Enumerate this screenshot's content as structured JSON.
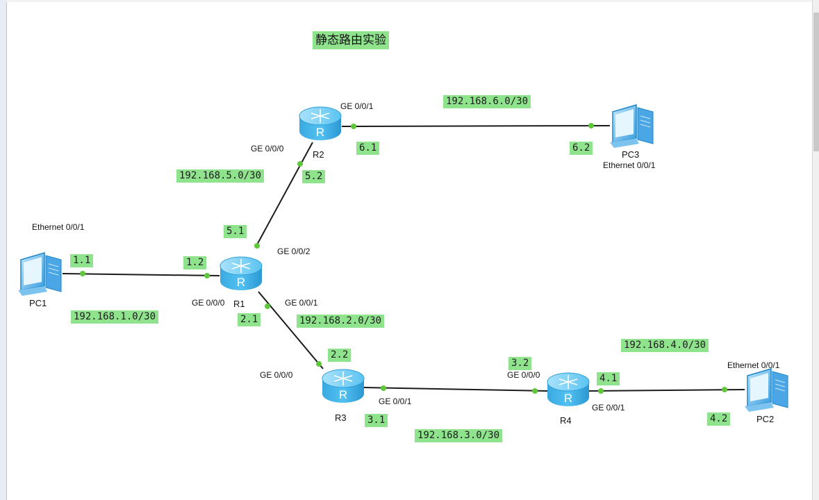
{
  "title": "静态路由实验",
  "devices": {
    "pc1": "PC1",
    "pc2": "PC2",
    "pc3": "PC3",
    "r1": "R1",
    "r2": "R2",
    "r3": "R3",
    "r4": "R4",
    "router_glyph": "R"
  },
  "ports": {
    "pc1_eth": "Ethernet 0/0/1",
    "pc2_eth": "Ethernet 0/0/1",
    "pc3_eth": "Ethernet 0/0/1",
    "r1_ge000": "GE 0/0/0",
    "r1_ge001": "GE 0/0/1",
    "r1_ge002": "GE 0/0/2",
    "r2_ge000": "GE 0/0/0",
    "r2_ge001": "GE 0/0/1",
    "r3_ge000": "GE 0/0/0",
    "r3_ge001": "GE 0/0/1",
    "r4_ge000": "GE 0/0/0",
    "r4_ge001": "GE 0/0/1"
  },
  "subnets": {
    "net1": "192.168.1.0/30",
    "net2": "192.168.2.0/30",
    "net3": "192.168.3.0/30",
    "net4": "192.168.4.0/30",
    "net5": "192.168.5.0/30",
    "net6": "192.168.6.0/30"
  },
  "addresses": {
    "a11": "1.1",
    "a12": "1.2",
    "a21": "2.1",
    "a22": "2.2",
    "a31": "3.1",
    "a32": "3.2",
    "a41": "4.1",
    "a42": "4.2",
    "a51": "5.1",
    "a52": "5.2",
    "a61": "6.1",
    "a62": "6.2"
  },
  "colors": {
    "label_bg": "#8fe38c",
    "link": "#1a1a1a",
    "port_dot": "#5fc73a",
    "router_body": "#3fb6ec",
    "pc_body": "#5ab2ea"
  }
}
